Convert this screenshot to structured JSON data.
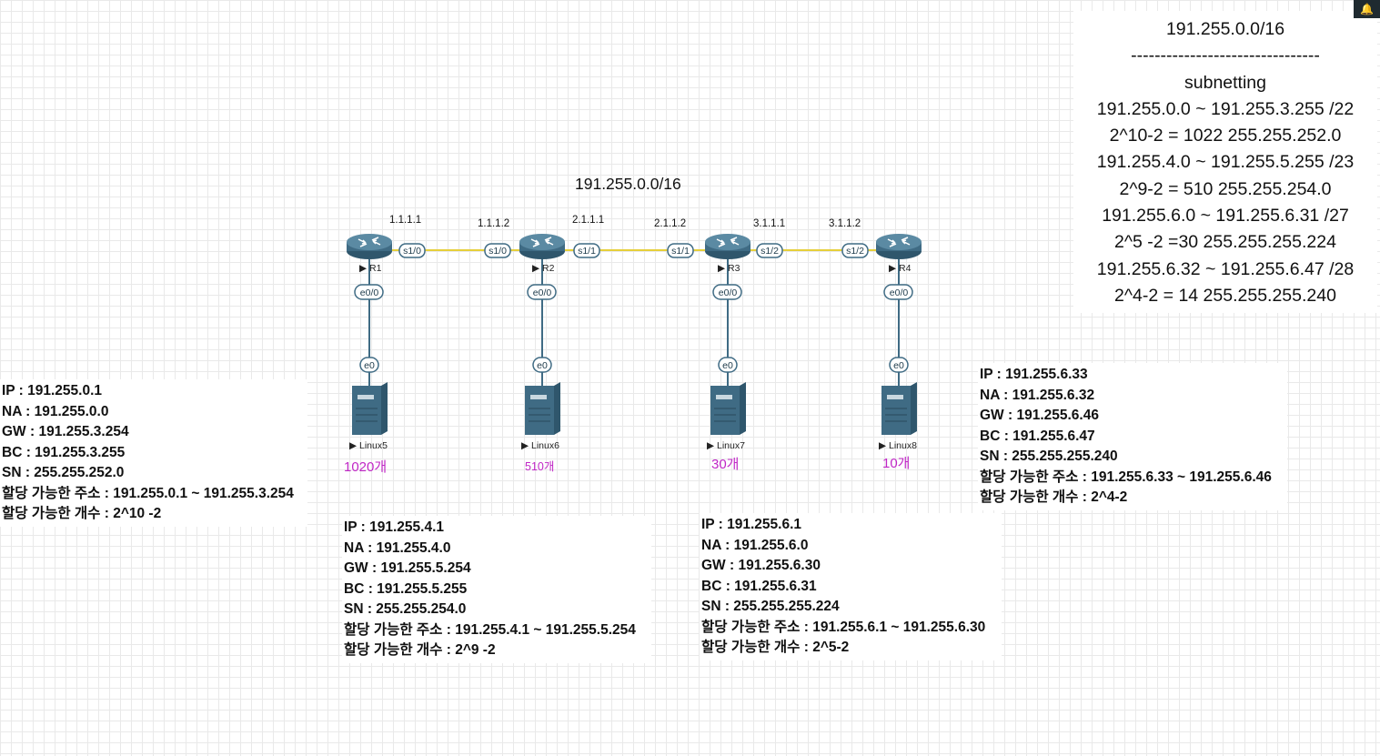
{
  "diagram": {
    "title": "191.255.0.0/16",
    "links": [
      {
        "from": "R1",
        "to": "R2",
        "left_if": "s1/0",
        "right_if": "s1/0",
        "left_ip": "1.1.1.1",
        "right_ip": "1.1.1.2"
      },
      {
        "from": "R2",
        "to": "R3",
        "left_if": "s1/1",
        "right_if": "s1/1",
        "left_ip": "2.1.1.1",
        "right_ip": "2.1.1.2"
      },
      {
        "from": "R3",
        "to": "R4",
        "left_if": "s1/2",
        "right_if": "s1/2",
        "left_ip": "3.1.1.1",
        "right_ip": "3.1.1.2"
      }
    ],
    "routers": [
      {
        "name": "R1",
        "lan_if": "e0/0"
      },
      {
        "name": "R2",
        "lan_if": "e0/0"
      },
      {
        "name": "R3",
        "lan_if": "e0/0"
      },
      {
        "name": "R4",
        "lan_if": "e0/0"
      }
    ],
    "hosts": [
      {
        "name": "Linux5",
        "if": "e0",
        "count": "1020개"
      },
      {
        "name": "Linux6",
        "if": "e0",
        "count": "510개"
      },
      {
        "name": "Linux7",
        "if": "e0",
        "count": "30개"
      },
      {
        "name": "Linux8",
        "if": "e0",
        "count": "10개"
      }
    ],
    "colors": {
      "serial_link": "#e6cf3a",
      "device": "#3f6b84",
      "count_text": "#c027c6"
    }
  },
  "notes": {
    "lines": [
      "191.255.0.0/16",
      "--------------------------------",
      "subnetting",
      "191.255.0.0 ~ 191.255.3.255 /22",
      "2^10-2 = 1022    255.255.252.0",
      "191.255.4.0 ~ 191.255.5.255  /23",
      "2^9-2 = 510  255.255.254.0",
      "191.255.6.0 ~ 191.255.6.31 /27",
      "2^5 -2 =30 255.255.255.224",
      " 191.255.6.32 ~ 191.255.6.47  /28",
      "2^4-2 = 14 255.255.255.240"
    ]
  },
  "info_boxes": [
    {
      "lines": [
        "IP : 191.255.0.1",
        "NA : 191.255.0.0",
        "GW : 191.255.3.254",
        "BC : 191.255.3.255",
        "SN : 255.255.252.0",
        "할당 가능한 주소 : 191.255.0.1 ~ 191.255.3.254",
        "할당 가능한 개수 : 2^10 -2"
      ]
    },
    {
      "lines": [
        "IP : 191.255.4.1",
        "NA : 191.255.4.0",
        "GW : 191.255.5.254",
        "BC : 191.255.5.255",
        "SN : 255.255.254.0",
        "할당 가능한 주소 : 191.255.4.1 ~ 191.255.5.254",
        "할당 가능한 개수 : 2^9 -2"
      ]
    },
    {
      "lines": [
        "IP : 191.255.6.1",
        "NA : 191.255.6.0",
        "GW : 191.255.6.30",
        "BC : 191.255.6.31",
        "SN : 255.255.255.224",
        "할당 가능한 주소 : 191.255.6.1 ~ 191.255.6.30",
        "할당 가능한 개수 : 2^5-2"
      ]
    },
    {
      "lines": [
        "IP : 191.255.6.33",
        "NA : 191.255.6.32",
        "GW : 191.255.6.46",
        "BC : 191.255.6.47",
        "SN : 255.255.255.240",
        "할당 가능한 주소 : 191.255.6.33 ~ 191.255.6.46",
        "할당 가능한 개수 : 2^4-2"
      ]
    }
  ]
}
